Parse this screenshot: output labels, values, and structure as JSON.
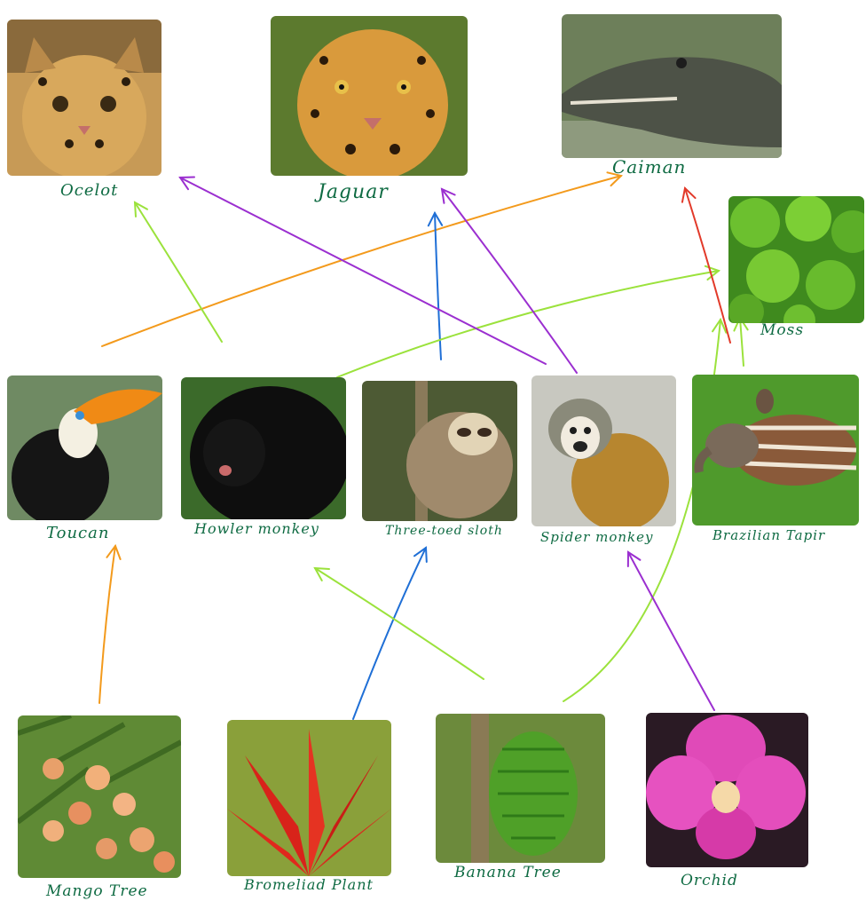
{
  "diagram": {
    "type": "food-web",
    "organisms": [
      {
        "id": "ocelot",
        "label": "Ocelot",
        "photo": "ocelot-photo"
      },
      {
        "id": "jaguar",
        "label": "Jaguar",
        "photo": "jaguar-photo"
      },
      {
        "id": "caiman",
        "label": "Caiman",
        "photo": "caiman-photo"
      },
      {
        "id": "moss",
        "label": "Moss",
        "photo": "moss-photo"
      },
      {
        "id": "toucan",
        "label": "Toucan",
        "photo": "toucan-photo"
      },
      {
        "id": "howler",
        "label": "Howler monkey",
        "photo": "howler-monkey-photo"
      },
      {
        "id": "sloth",
        "label": "Three-toed sloth",
        "photo": "sloth-photo"
      },
      {
        "id": "spider",
        "label": "Spider monkey",
        "photo": "spider-monkey-photo"
      },
      {
        "id": "tapir",
        "label": "Brazilian Tapir",
        "photo": "tapir-photo"
      },
      {
        "id": "mango",
        "label": "Mango Tree",
        "photo": "mango-tree-photo"
      },
      {
        "id": "bromeliad",
        "label": "Bromeliad Plant",
        "photo": "bromeliad-photo"
      },
      {
        "id": "banana",
        "label": "Banana Tree",
        "photo": "banana-tree-photo"
      },
      {
        "id": "orchid",
        "label": "Orchid",
        "photo": "orchid-photo"
      }
    ],
    "arrows": [
      {
        "from": "mango",
        "to": "toucan",
        "color": "#f39a1c"
      },
      {
        "from": "toucan",
        "to": "caiman",
        "color": "#f39a1c"
      },
      {
        "from": "bromeliad",
        "to": "sloth",
        "color": "#1f6fd6"
      },
      {
        "from": "sloth",
        "to": "jaguar",
        "color": "#1f6fd6"
      },
      {
        "from": "banana",
        "to": "howler",
        "color": "#9be23c"
      },
      {
        "from": "banana",
        "to": "moss",
        "color": "#9be23c"
      },
      {
        "from": "howler",
        "to": "moss",
        "color": "#9be23c"
      },
      {
        "from": "howler",
        "to": "ocelot",
        "color": "#9be23c"
      },
      {
        "from": "tapir",
        "to": "moss",
        "color": "#9be23c"
      },
      {
        "from": "orchid",
        "to": "spider",
        "color": "#9b2fd0"
      },
      {
        "from": "spider",
        "to": "ocelot",
        "color": "#9b2fd0"
      },
      {
        "from": "spider",
        "to": "jaguar",
        "color": "#9b2fd0"
      },
      {
        "from": "moss",
        "to": "caiman",
        "color": "#e23a2a"
      }
    ]
  }
}
